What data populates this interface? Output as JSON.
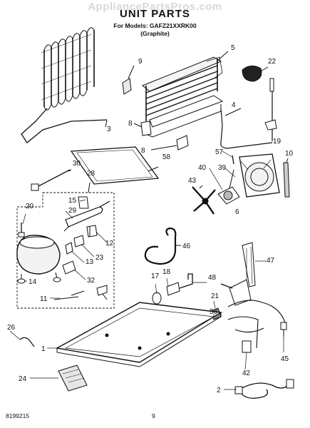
{
  "watermark": "AppliancePartsPros.com",
  "header": {
    "title": "UNIT PARTS",
    "models_line": "For Models: GAFZ21XXRK00",
    "variant_line": "(Graphite)"
  },
  "callouts": [
    "1",
    "2",
    "3",
    "4",
    "5",
    "6",
    "8",
    "9",
    "10",
    "11",
    "12",
    "13",
    "14",
    "15",
    "17",
    "18",
    "19",
    "20",
    "21",
    "22",
    "23",
    "24",
    "26",
    "28",
    "29",
    "30",
    "32",
    "39",
    "40",
    "42",
    "43",
    "45",
    "46",
    "47",
    "48",
    "56",
    "57",
    "58"
  ],
  "footer": {
    "doc_number": "8199215",
    "page_number": "9"
  }
}
